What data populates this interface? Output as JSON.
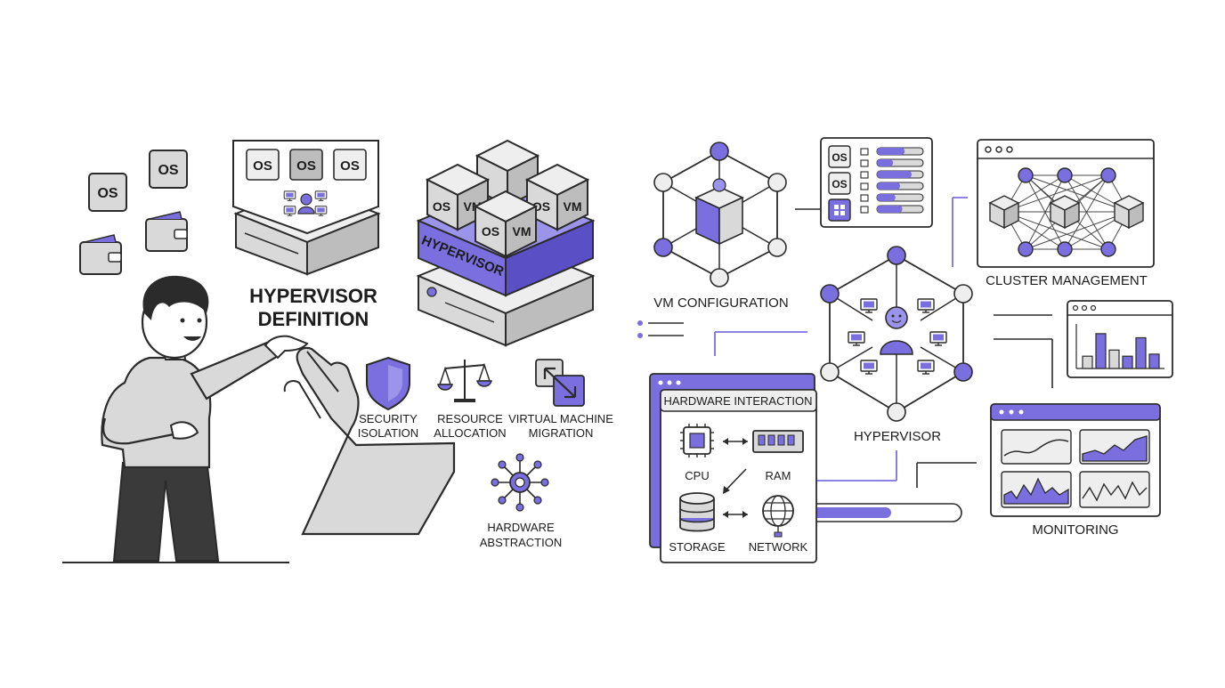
{
  "colors": {
    "accent": "#7b6fe0",
    "accent_dark": "#5a4fc4",
    "ink": "#2b2b2b",
    "box_fill": "#d9d9d9",
    "box_light": "#eeeeee",
    "paper": "#ffffff"
  },
  "left": {
    "title_line1": "HYPERVISOR",
    "title_line2": "DEFINITION",
    "os_label": "OS",
    "vm_label": "VM",
    "hypervisor_label": "HYPERVISOR",
    "features": [
      {
        "line1": "SECURITY",
        "line2": "ISOLATION",
        "icon": "shield-icon"
      },
      {
        "line1": "RESOURCE",
        "line2": "ALLOCATION",
        "icon": "scale-icon"
      },
      {
        "line1": "VIRTUAL MACHINE",
        "line2": "MIGRATION",
        "icon": "migration-arrows-icon"
      },
      {
        "line1": "HARDWARE",
        "line2": "ABSTRACTION",
        "icon": "hub-network-icon"
      }
    ]
  },
  "right": {
    "vm_configuration": "VM CONFIGURATION",
    "cluster_management": "CLUSTER MANAGEMENT",
    "hypervisor": "HYPERVISOR",
    "monitoring": "MONITORING",
    "hardware_interaction": "HARDWARE INTERACTION",
    "hw_items": [
      {
        "label": "CPU",
        "icon": "cpu-chip-icon"
      },
      {
        "label": "RAM",
        "icon": "ram-module-icon"
      },
      {
        "label": "STORAGE",
        "icon": "database-icon"
      },
      {
        "label": "NETWORK",
        "icon": "globe-icon"
      }
    ],
    "config_os": "OS",
    "config_bars": [
      0.6,
      0.35,
      0.75,
      0.5,
      0.4,
      0.55
    ],
    "cluster_bars": [
      0.3,
      0.85,
      0.45,
      0.3,
      0.75,
      0.35
    ],
    "progress": 0.55
  }
}
